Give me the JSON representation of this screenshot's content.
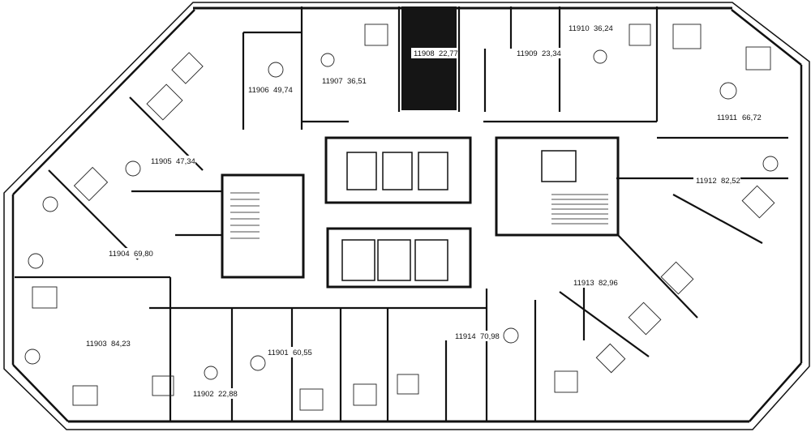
{
  "floor_plan": {
    "highlight_color": "#151515",
    "wall_color": "#111111",
    "units": [
      {
        "id": "11901",
        "area": "60,55",
        "selected": false
      },
      {
        "id": "11902",
        "area": "22,88",
        "selected": false
      },
      {
        "id": "11903",
        "area": "84,23",
        "selected": false
      },
      {
        "id": "11904",
        "area": "69,80",
        "selected": false
      },
      {
        "id": "11905",
        "area": "47,34",
        "selected": false
      },
      {
        "id": "11906",
        "area": "49,74",
        "selected": false
      },
      {
        "id": "11907",
        "area": "36,51",
        "selected": false
      },
      {
        "id": "11908",
        "area": "22,77",
        "selected": true
      },
      {
        "id": "11909",
        "area": "23,34",
        "selected": false
      },
      {
        "id": "11910",
        "area": "36,24",
        "selected": false
      },
      {
        "id": "11911",
        "area": "66,72",
        "selected": false
      },
      {
        "id": "11912",
        "area": "82,52",
        "selected": false
      },
      {
        "id": "11913",
        "area": "82,96",
        "selected": false
      },
      {
        "id": "11914",
        "area": "70,98",
        "selected": false
      }
    ]
  }
}
